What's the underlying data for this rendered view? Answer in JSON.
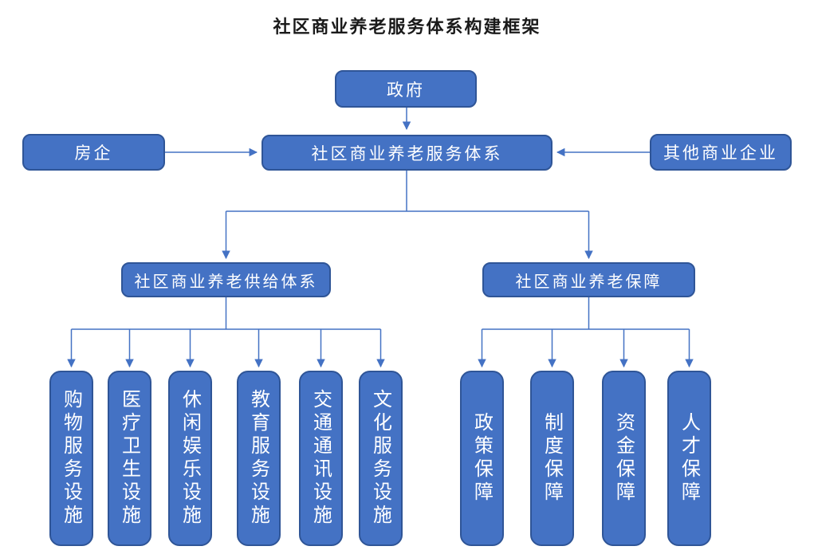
{
  "title": "社区商业养老服务体系构建框架",
  "colors": {
    "box_fill": "#4472C4",
    "box_border": "#2F5597",
    "connector": "#4472C4",
    "box_text": "#FFFFFF",
    "title_color": "#1A1A1A",
    "background": "#FFFFFF"
  },
  "nodes": {
    "government": {
      "label": "政府"
    },
    "real_estate": {
      "label": "房企"
    },
    "other_business": {
      "label": "其他商业企业"
    },
    "service_system": {
      "label": "社区商业养老服务体系"
    },
    "supply_system": {
      "label": "社区商业养老供给体系"
    },
    "guarantee_system": {
      "label": "社区商业养老保障"
    }
  },
  "supply_facilities": [
    {
      "label": "购物服务设施"
    },
    {
      "label": "医疗卫生设施"
    },
    {
      "label": "休闲娱乐设施"
    },
    {
      "label": "教育服务设施"
    },
    {
      "label": "交通通讯设施"
    },
    {
      "label": "文化服务设施"
    }
  ],
  "guarantees": [
    {
      "label": "政策保障"
    },
    {
      "label": "制度保障"
    },
    {
      "label": "资金保障"
    },
    {
      "label": "人才保障"
    }
  ]
}
